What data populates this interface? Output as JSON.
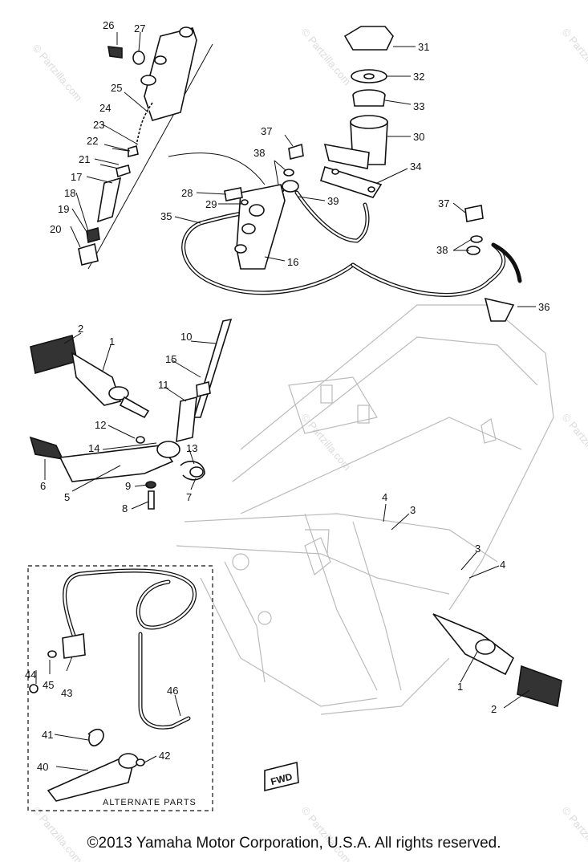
{
  "watermark": "© Partzilla.com",
  "callouts": {
    "c1": "1",
    "c2": "2",
    "c3": "3",
    "c4": "4",
    "c5": "5",
    "c6": "6",
    "c7": "7",
    "c8": "8",
    "c9": "9",
    "c10": "10",
    "c11": "11",
    "c12": "12",
    "c13": "13",
    "c14": "14",
    "c15": "15",
    "c16": "16",
    "c17": "17",
    "c18": "18",
    "c19": "19",
    "c20": "20",
    "c21": "21",
    "c22": "22",
    "c23": "23",
    "c24": "24",
    "c25": "25",
    "c26": "26",
    "c27": "27",
    "c28": "28",
    "c29": "29",
    "c30": "30",
    "c31": "31",
    "c32": "32",
    "c33": "33",
    "c34": "34",
    "c35": "35",
    "c36": "36",
    "c37": "37",
    "c38": "38",
    "c39": "39",
    "c40": "40",
    "c41": "41",
    "c42": "42",
    "c43": "43",
    "c44": "44",
    "c45": "45",
    "c46": "46"
  },
  "alternate_parts_label": "ALTERNATE PARTS",
  "fwd_label": "FWD",
  "copyright": "©2013  Yamaha Motor Corporation, U.S.A. All rights reserved."
}
